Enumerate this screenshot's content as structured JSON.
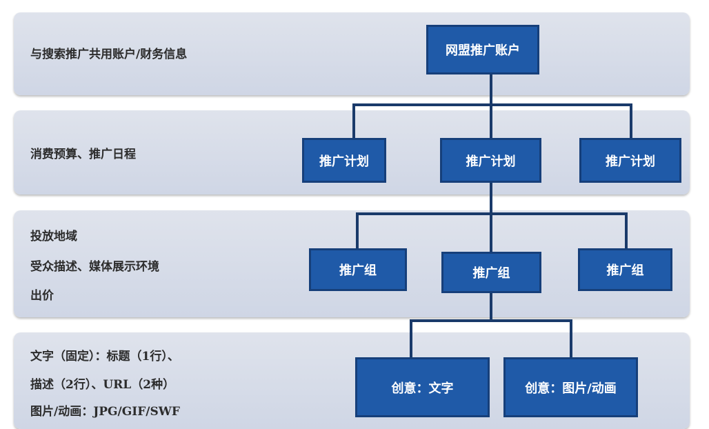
{
  "levels": [
    {
      "desc": [
        "与搜索推广共用账户/财务信息"
      ]
    },
    {
      "desc": [
        "消费预算、推广日程"
      ]
    },
    {
      "desc": [
        "投放地域",
        "受众描述、媒体展示环境",
        "出价"
      ]
    },
    {
      "desc": [
        "文字（固定）：标题（1行）、",
        "描述（2行）、URL（2种）",
        "图片/动画：JPG/GIF/SWF"
      ]
    }
  ],
  "nodes": {
    "account": "网盟推广账户",
    "plans": [
      "推广计划",
      "推广计划",
      "推广计划"
    ],
    "groups": [
      "推广组",
      "推广组",
      "推广组"
    ],
    "creatives": [
      "创意：文字",
      "创意：图片/动画"
    ]
  }
}
